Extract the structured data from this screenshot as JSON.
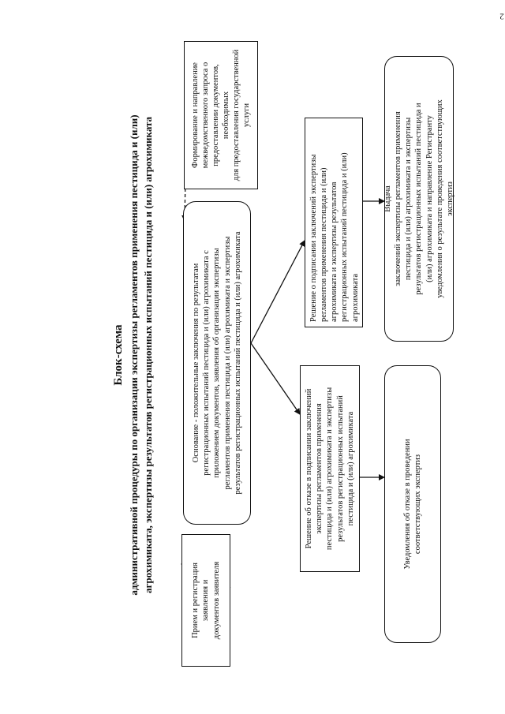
{
  "page_number": "2",
  "title": {
    "line1": "Блок-схема",
    "line2": "административной процедуры по организации экспертизы регламентов применения пестицида и (или)",
    "line3": "агрохимиката, экспертизы результатов регистрационных испытаний пестицида и (или) агрохимиката"
  },
  "boxes": {
    "reception": {
      "lines": [
        "Прием и регистрация",
        "заявления и",
        "документов заявителя"
      ]
    },
    "basis": {
      "lines": [
        "Основание - положительные заключения по результатам",
        "регистрационных испытаний пестицида и (или) агрохимиката с",
        "приложением документов, заявления об организации экспертизы",
        "регламентов применения пестицида и (или) агрохимиката и экспертизы",
        "результатов регистрационных испытаний пестицида и (или) агрохимиката"
      ]
    },
    "interagency": {
      "lines": [
        "Формирование и направление",
        "межведомственного запроса о",
        "предоставлении документов, необходимых",
        "для предоставления государственной",
        "услуги"
      ]
    },
    "refusal_decision": {
      "lines": [
        "Решение об отказе в подписании заключений",
        "экспертизы регламентов применения",
        "пестицида и (или) агрохимиката и экспертизы",
        "результатов регистрационных испытаний",
        "пестицида и (или) агрохимиката"
      ]
    },
    "signing_decision": {
      "lines": [
        "Решение о подписании заключений экспертизы",
        "регламентов применения пестицида и (или)",
        "агрохимиката и экспертизы результатов",
        "регистрационных испытаний пестицида и (или)",
        "агрохимиката"
      ]
    },
    "refusal_notice": {
      "lines": [
        "Уведомления об отказе в проведении",
        "соответствующих экспертиз"
      ]
    },
    "issuance": {
      "lines": [
        "Выдача",
        "заключений экспертизы регламентов применения",
        "пестицида и (или) агрохимиката и экспертизы",
        "результатов регистрационных испытаний пестицида и",
        "(или) агрохимиката и направление Регистранту",
        "уведомления о результате проведения соответствующих",
        "экспертиз"
      ]
    }
  }
}
